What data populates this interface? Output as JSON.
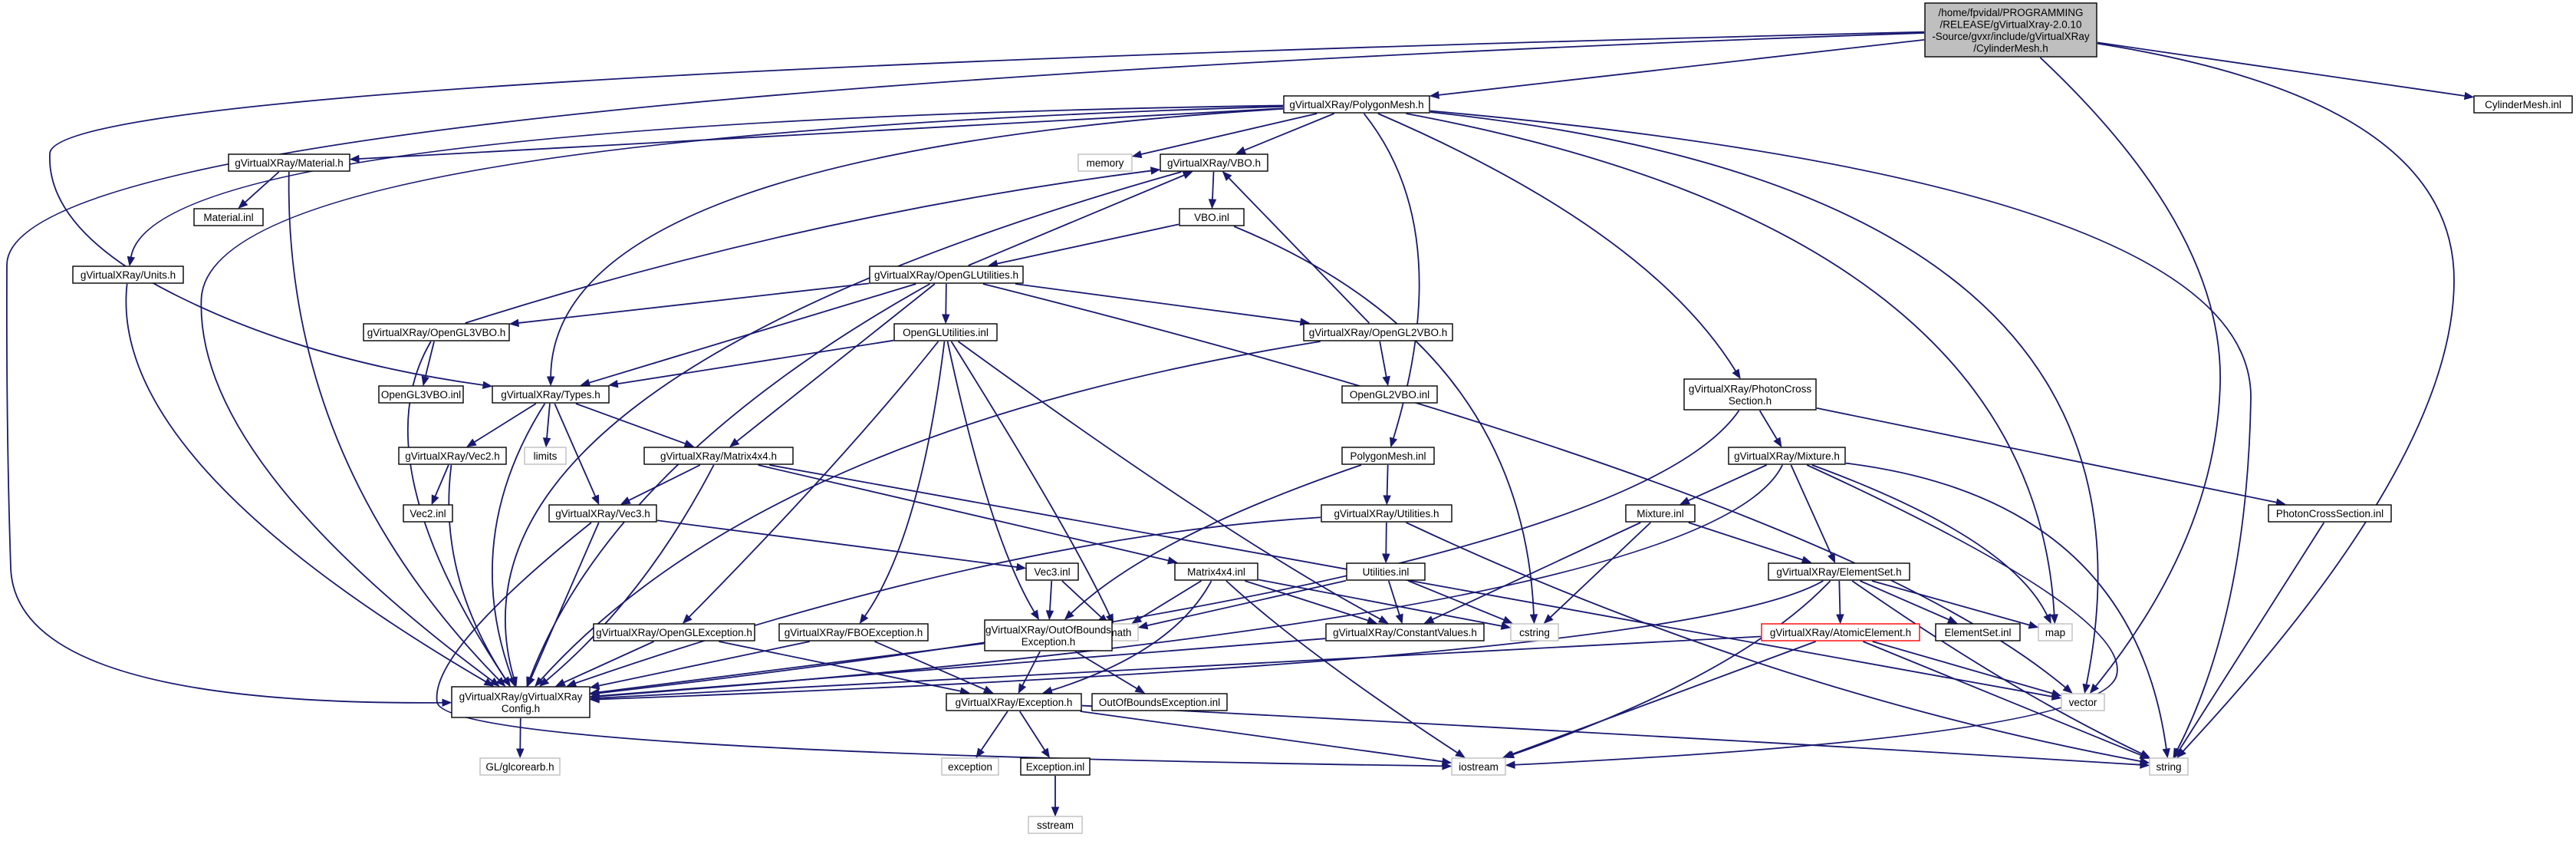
{
  "colors": {
    "edge": "#191970",
    "root_fill": "#bfbfbf",
    "node_border": "#000000",
    "missing_border": "#bfbfbf",
    "highlight_border": "#ff0000",
    "text": "#000000",
    "background": "#ffffff"
  },
  "nodes": {
    "root": [
      "/home/fpvidal/PROGRAMMING",
      "/RELEASE/gVirtualXray-2.0.10",
      "-Source/gvxr/include/gVirtualXRay",
      "/CylinderMesh.h"
    ],
    "cylindermesh_inl": [
      "CylinderMesh.inl"
    ],
    "polygonmesh_h": [
      "gVirtualXRay/PolygonMesh.h"
    ],
    "memory": [
      "memory"
    ],
    "material_h": [
      "gVirtualXRay/Material.h"
    ],
    "material_inl": [
      "Material.inl"
    ],
    "vbo_h": [
      "gVirtualXRay/VBO.h"
    ],
    "vbo_inl": [
      "VBO.inl"
    ],
    "units_h": [
      "gVirtualXRay/Units.h"
    ],
    "openglutilities_h": [
      "gVirtualXRay/OpenGLUtilities.h"
    ],
    "opengl3vbo_h": [
      "gVirtualXRay/OpenGL3VBO.h"
    ],
    "opengl3vbo_inl": [
      "OpenGL3VBO.inl"
    ],
    "openglutilities_inl": [
      "OpenGLUtilities.inl"
    ],
    "opengl2vbo_h": [
      "gVirtualXRay/OpenGL2VBO.h"
    ],
    "opengl2vbo_inl": [
      "OpenGL2VBO.inl"
    ],
    "types_h": [
      "gVirtualXRay/Types.h"
    ],
    "limits": [
      "limits"
    ],
    "vec2_h": [
      "gVirtualXRay/Vec2.h"
    ],
    "vec2_inl": [
      "Vec2.inl"
    ],
    "matrix4x4_h": [
      "gVirtualXRay/Matrix4x4.h"
    ],
    "vec3_h": [
      "gVirtualXRay/Vec3.h"
    ],
    "vec3_inl": [
      "Vec3.inl"
    ],
    "matrix4x4_inl": [
      "Matrix4x4.inl"
    ],
    "cmath": [
      "cmath"
    ],
    "openglexception_h": [
      "gVirtualXRay/OpenGLException.h"
    ],
    "fboexception_h": [
      "gVirtualXRay/FBOException.h"
    ],
    "outofbounds_h": [
      "gVirtualXRay/OutOfBounds",
      "Exception.h"
    ],
    "outofbounds_inl": [
      "OutOfBoundsException.inl"
    ],
    "config_h": [
      "gVirtualXRay/gVirtualXRay",
      "Config.h"
    ],
    "glcorearb_h": [
      "GL/glcorearb.h"
    ],
    "exception_h": [
      "gVirtualXRay/Exception.h"
    ],
    "exception": [
      "exception"
    ],
    "exception_inl": [
      "Exception.inl"
    ],
    "sstream": [
      "sstream"
    ],
    "iostream": [
      "iostream"
    ],
    "polygonmesh_inl": [
      "PolygonMesh.inl"
    ],
    "utilities_h": [
      "gVirtualXRay/Utilities.h"
    ],
    "utilities_inl": [
      "Utilities.inl"
    ],
    "constantvalues_h": [
      "gVirtualXRay/ConstantValues.h"
    ],
    "cstring": [
      "cstring"
    ],
    "photoncross_h": [
      "gVirtualXRay/PhotonCross",
      "Section.h"
    ],
    "mixture_h": [
      "gVirtualXRay/Mixture.h"
    ],
    "mixture_inl": [
      "Mixture.inl"
    ],
    "elementset_h": [
      "gVirtualXRay/ElementSet.h"
    ],
    "atomicelement_h": [
      "gVirtualXRay/AtomicElement.h"
    ],
    "elementset_inl": [
      "ElementSet.inl"
    ],
    "map": [
      "map"
    ],
    "vector": [
      "vector"
    ],
    "string": [
      "string"
    ],
    "photoncross_inl": [
      "PhotonCrossSection.inl"
    ]
  }
}
